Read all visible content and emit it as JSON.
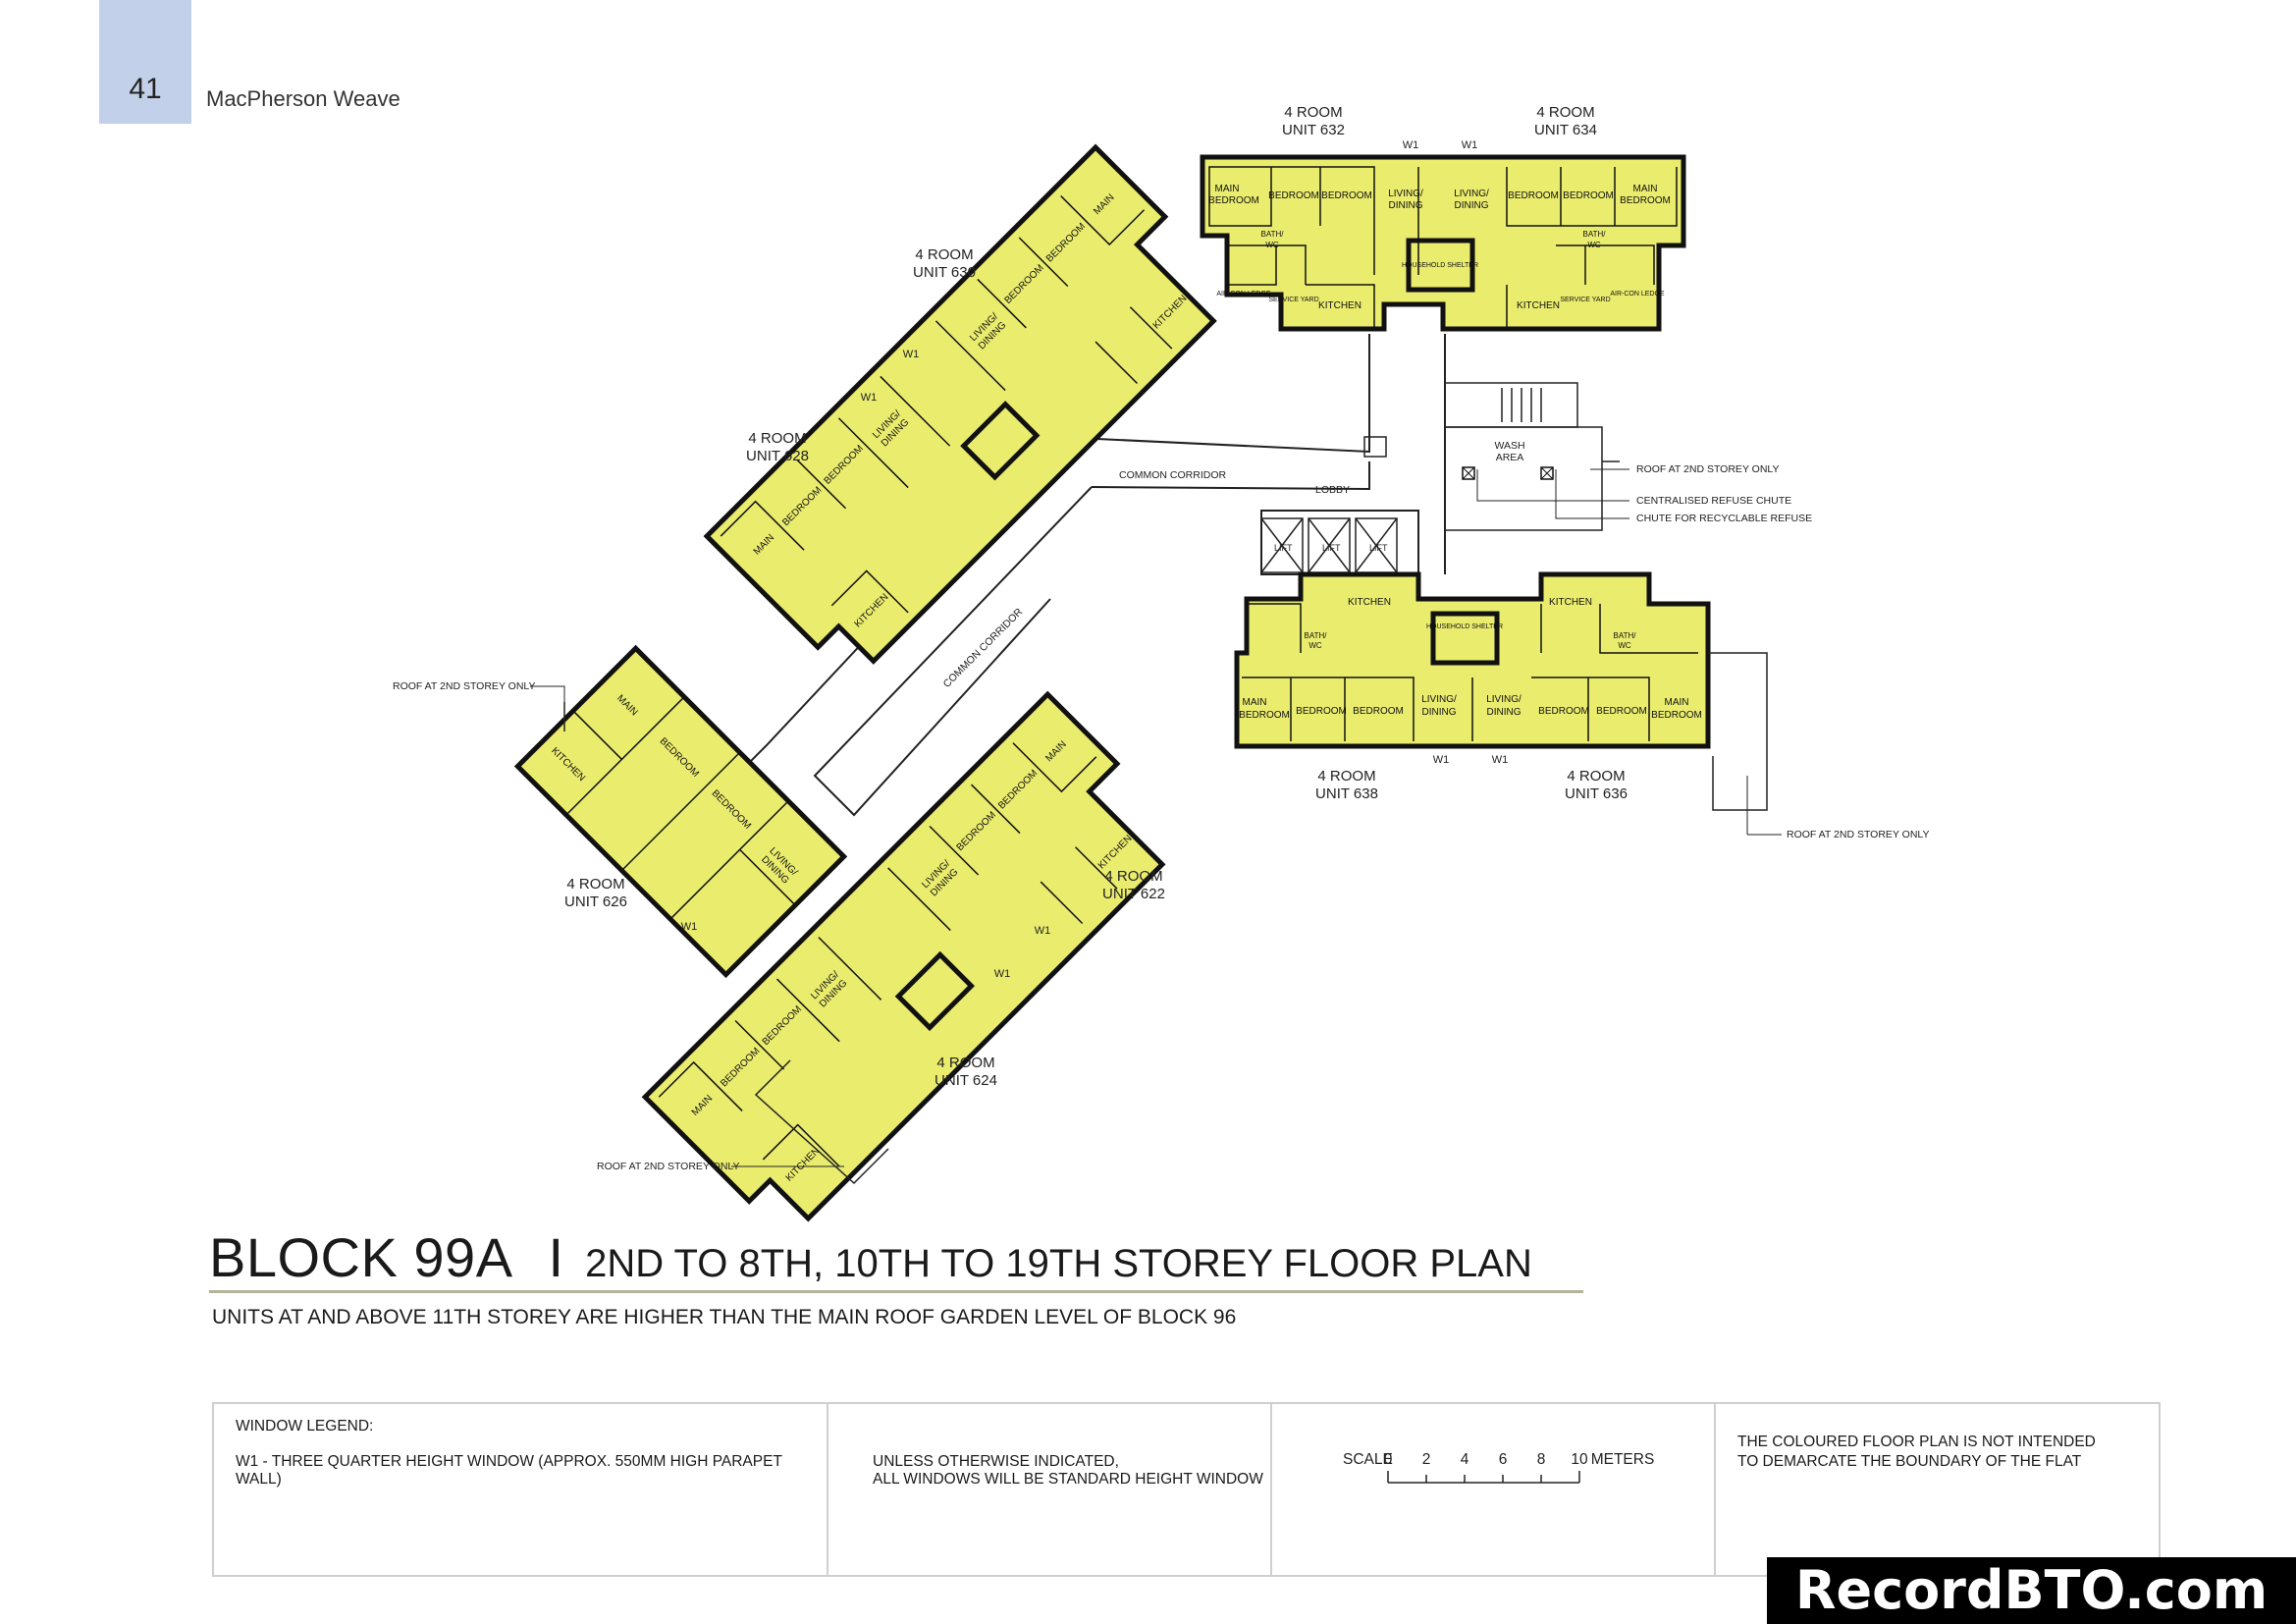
{
  "header": {
    "page_number": "41",
    "project": "MacPherson Weave"
  },
  "units": [
    {
      "id": "u632",
      "type": "4 ROOM",
      "label": "UNIT 632"
    },
    {
      "id": "u634",
      "type": "4 ROOM",
      "label": "UNIT 634"
    },
    {
      "id": "u630",
      "type": "4 ROOM",
      "label": "UNIT 630"
    },
    {
      "id": "u628",
      "type": "4 ROOM",
      "label": "UNIT 628"
    },
    {
      "id": "u638",
      "type": "4 ROOM",
      "label": "UNIT 638"
    },
    {
      "id": "u636",
      "type": "4 ROOM",
      "label": "UNIT 636"
    },
    {
      "id": "u626",
      "type": "4 ROOM",
      "label": "UNIT 626"
    },
    {
      "id": "u622",
      "type": "4 ROOM",
      "label": "UNIT 622"
    },
    {
      "id": "u624",
      "type": "4 ROOM",
      "label": "UNIT 624"
    }
  ],
  "rooms": {
    "main_bedroom_l1": "MAIN",
    "main_bedroom_l2": "BEDROOM",
    "bedroom": "BEDROOM",
    "living_l1": "LIVING/",
    "living_l2": "DINING",
    "kitchen": "KITCHEN",
    "bath": "BATH/",
    "wc": "WC",
    "service_yard": "SERVICE YARD",
    "aircon": "AIR-CON LEDGE",
    "shelter": "HOUSEHOLD SHELTER"
  },
  "annotations": {
    "window_tag": "W1",
    "common_corridor": "COMMON CORRIDOR",
    "lobby": "LOBBY",
    "lift": "LIFT",
    "wash_area_l1": "WASH",
    "wash_area_l2": "AREA",
    "roof_2nd": "ROOF AT 2ND STOREY ONLY",
    "refuse_chute": "CENTRALISED REFUSE CHUTE",
    "recycle_chute": "CHUTE FOR RECYCLABLE REFUSE"
  },
  "title": {
    "block": "BLOCK 99A",
    "separator": "I",
    "subtitle": "2ND TO 8TH, 10TH TO 19TH STOREY FLOOR PLAN",
    "note": "UNITS AT AND ABOVE 11TH STOREY ARE HIGHER THAN THE MAIN ROOF GARDEN LEVEL OF BLOCK 96"
  },
  "legend": {
    "window_heading": "WINDOW LEGEND:",
    "window_w1": "W1 -  THREE QUARTER HEIGHT WINDOW (APPROX. 550MM HIGH PARAPET WALL)",
    "standard_l1": "UNLESS OTHERWISE INDICATED,",
    "standard_l2": "ALL WINDOWS WILL BE STANDARD HEIGHT WINDOW",
    "scale_label": "SCALE",
    "scale_ticks": [
      "0",
      "2",
      "4",
      "6",
      "8",
      "10"
    ],
    "scale_unit": "METERS",
    "disclaimer_l1": "THE COLOURED FLOOR PLAN IS NOT INTENDED",
    "disclaimer_l2": "TO DEMARCATE THE BOUNDARY OF THE FLAT"
  },
  "watermark": "RecordBTO.com",
  "colors": {
    "unit_fill": "#eaec6e",
    "wall": "#111111",
    "tab": "#c3d0e9",
    "rule": "#b5b39a"
  }
}
